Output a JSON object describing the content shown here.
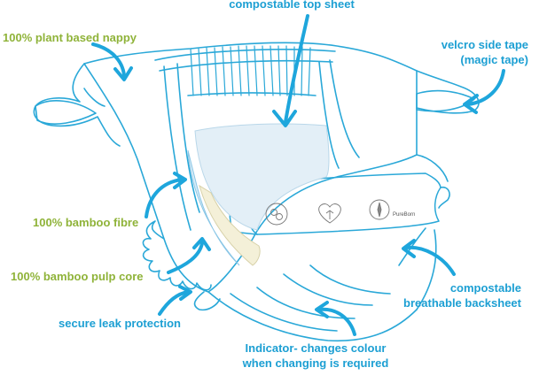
{
  "diagram": {
    "labels": {
      "compostable_top_sheet": "compostable top sheet",
      "plant_based_nappy": "100% plant based nappy",
      "velcro_line1": "velcro side tape",
      "velcro_line2": "(magic tape)",
      "bamboo_fibre": "100% bamboo fibre",
      "bamboo_pulp_core": "100% bamboo pulp core",
      "secure_leak_protection": "secure leak protection",
      "backsheet_line1": "compostable",
      "backsheet_line2": "breathable backsheet",
      "indicator_line1": "Indicator- changes colour",
      "indicator_line2": "when changing is required"
    },
    "brand_on_tape": "PureBorn"
  },
  "colors": {
    "label_green": "#8fb339",
    "label_blue": "#1c9fd3",
    "outline": "#2aa8d8",
    "arrow": "#1ea6dc",
    "core_fill": "#e3eff7",
    "core_yellow": "#f4f0d8"
  },
  "icons": [
    "compostable-circle-icon",
    "heart-tree-icon",
    "compass-icon"
  ]
}
